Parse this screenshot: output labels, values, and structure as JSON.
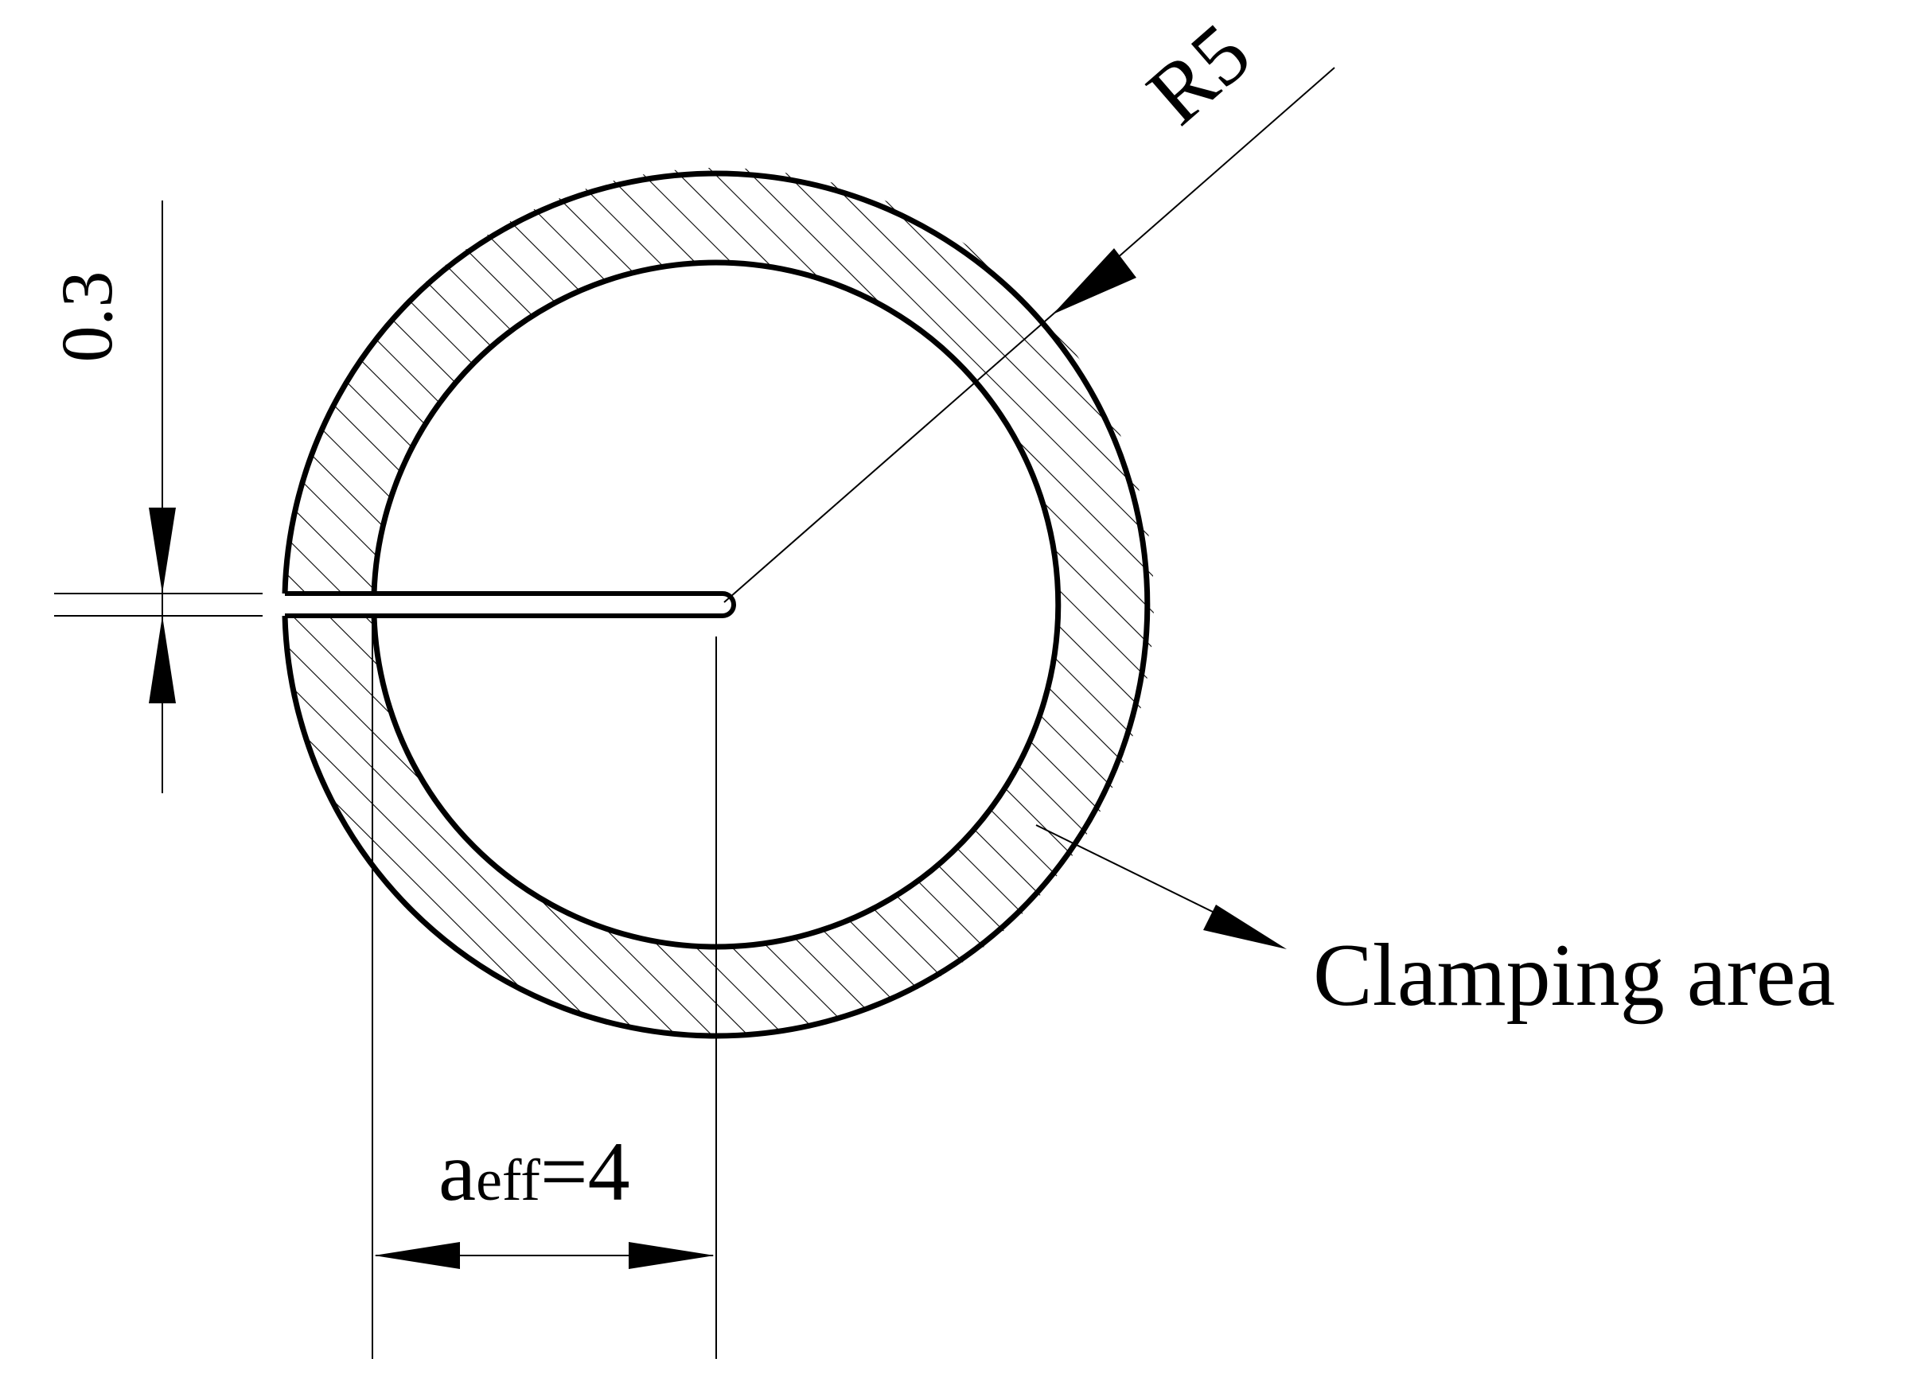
{
  "labels": {
    "gap_dimension": "0.3",
    "radius_dimension": "R5",
    "crack_dimension_symbol": "a",
    "crack_dimension_subscript": "eff",
    "crack_dimension_value": "=4",
    "clamping_label": "Clamping area"
  },
  "colors": {
    "line": "#000000",
    "hatch": "#000000",
    "background": "#ffffff"
  }
}
